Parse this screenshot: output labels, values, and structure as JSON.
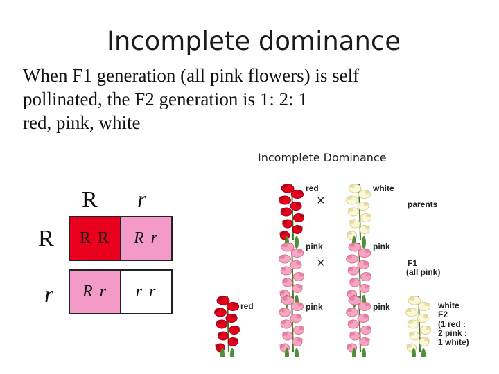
{
  "title": "Incomplete dominance",
  "body": {
    "line1": "When F1 generation (all pink flowers) is self",
    "line2": "pollinated, the F2 generation is 1: 2: 1",
    "line3": "red, pink, white"
  },
  "figure": {
    "title": "Incomplete Dominance",
    "labels": {
      "red_top": "red",
      "white_top": "white",
      "parents": "parents",
      "pink_left": "pink",
      "pink_right": "pink",
      "f1": "F1",
      "f1_note": "(all pink)",
      "red_bottom": "red",
      "pink_bottom_left": "pink",
      "pink_bottom_right": "pink",
      "white_bottom": "white",
      "f2": "F2",
      "ratio1": "(1 red :",
      "ratio2": "2 pink :",
      "ratio3": "1 white)",
      "cross": "×"
    }
  },
  "punnett": {
    "col_headers": [
      "R",
      "r"
    ],
    "row_headers": [
      "R",
      "r"
    ],
    "cells": [
      {
        "text": "R R",
        "color": "#e8001e"
      },
      {
        "text": "R r",
        "color": "#f49ac8"
      },
      {
        "text": "R r",
        "color": "#f49ac8"
      },
      {
        "text": "r r",
        "color": "#ffffff"
      }
    ]
  },
  "colors": {
    "red": "#e8001e",
    "pink": "#f49ac8",
    "white": "#ffffff"
  }
}
